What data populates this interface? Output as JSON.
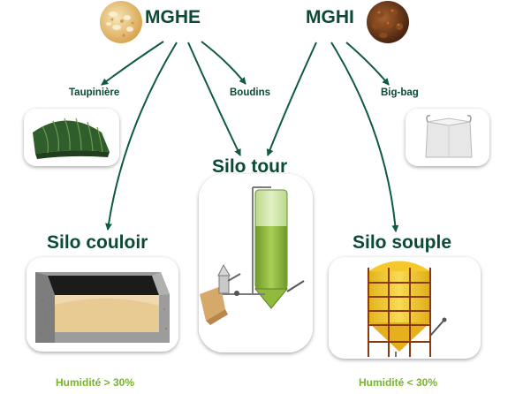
{
  "sources": {
    "mghe": "MGHE",
    "mghi": "MGHI"
  },
  "storage": {
    "taupiniere": "Taupinière",
    "boudins": "Boudins",
    "big_bag": "Big-bag",
    "silo_tour": "Silo tour",
    "silo_couloir": "Silo couloir",
    "silo_souple": "Silo souple"
  },
  "humidity": {
    "high": "Humidité > 30%",
    "low": "Humidité < 30%"
  },
  "colors": {
    "text_dark_green": "#0b4a35",
    "arrow_green": "#0e5a44",
    "humidity_green": "#78b52a"
  }
}
